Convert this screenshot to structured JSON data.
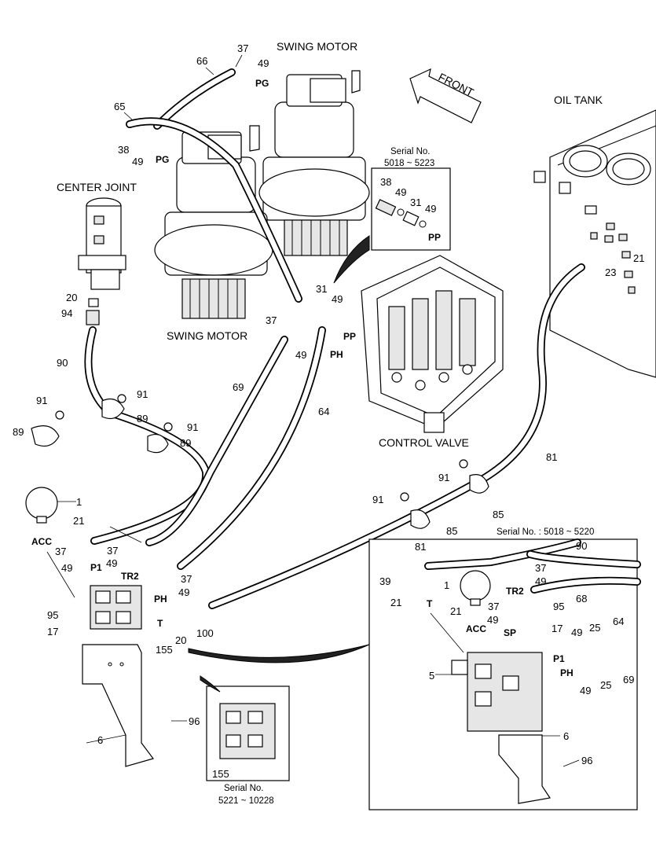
{
  "titles": {
    "swing_motor_top": "SWING MOTOR",
    "swing_motor_bottom": "SWING MOTOR",
    "center_joint": "CENTER JOINT",
    "oil_tank": "OIL TANK",
    "control_valve": "CONTROL VALVE",
    "front": "FRONT"
  },
  "serial_boxes": {
    "top_right_line1": "Serial No.",
    "top_right_line2": "5018 ~ 5223",
    "bottom_mid_line1": "Serial No.",
    "bottom_mid_line2": "5221 ~ 10228",
    "inset_header": "Serial No. : 5018 ~ 5220"
  },
  "ports": {
    "pg_top": "PG",
    "pg_left": "PG",
    "pp_box": "PP",
    "pp_valve": "PP",
    "ph_valve": "PH",
    "acc": "ACC",
    "p1": "P1",
    "tr2": "TR2",
    "ph": "PH",
    "t": "T",
    "inset_t": "T",
    "inset_acc": "ACC",
    "inset_sp": "SP",
    "inset_tr2": "TR2",
    "inset_p1": "P1",
    "inset_ph": "PH"
  },
  "callouts": {
    "c66": "66",
    "c37a": "37",
    "c49a": "49",
    "c65": "65",
    "c38a": "38",
    "c49b": "49",
    "c38b": "38",
    "c49c": "49",
    "c31a": "31",
    "c49d": "49",
    "c21a": "21",
    "c23": "23",
    "c31b": "31",
    "c49e": "49",
    "c37b": "37",
    "c49f": "49",
    "c20a": "20",
    "c94": "94",
    "c90a": "90",
    "c91a": "91",
    "c89a": "89",
    "c91b": "91",
    "c89b": "89",
    "c91c": "91",
    "c89c": "89",
    "c69a": "69",
    "c64a": "64",
    "c81a": "81",
    "c91d": "91",
    "c91e": "91",
    "c85a": "85",
    "c85b": "85",
    "c1a": "1",
    "c21b": "21",
    "c37c": "37",
    "c49g": "49",
    "c37d": "37",
    "c49h": "49",
    "c37e": "37",
    "c49i": "49",
    "c95a": "95",
    "c17a": "17",
    "c20b": "20",
    "c100": "100",
    "c155a": "155",
    "c96a": "96",
    "c6a": "6",
    "c155b": "155",
    "c81b": "81",
    "c90b": "90",
    "c39": "39",
    "c1b": "1",
    "c37f": "37",
    "c49j": "49",
    "c68": "68",
    "c21c": "21",
    "c21d": "21",
    "c37g": "37",
    "c95b": "95",
    "c49k": "49",
    "c17b": "17",
    "c25a": "25",
    "c64b": "64",
    "c49l": "49",
    "c5": "5",
    "c49m": "49",
    "c25b": "25",
    "c69b": "69",
    "c6b": "6",
    "c96b": "96"
  }
}
